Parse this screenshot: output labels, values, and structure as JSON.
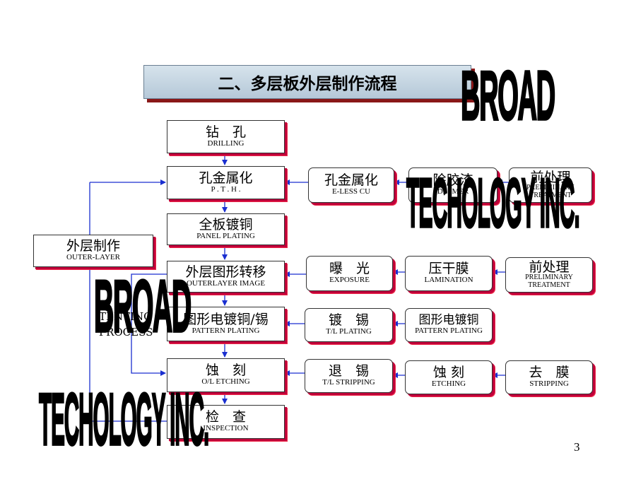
{
  "title": "二、多层板外层制作流程",
  "page_number": "3",
  "watermarks": {
    "top_line1": "BROAD",
    "top_line2": "TECHOLOGY INC.",
    "bottom_line1": "BROAD",
    "bottom_line2": "TECHOLOGY INC."
  },
  "side_label": {
    "line1": "TENTING",
    "line2": "PROCESS"
  },
  "colors": {
    "connector": "#1a2fd0",
    "shadow": "#c0003a",
    "banner_shadow": "#8a1818"
  },
  "main_flow": [
    {
      "zh": "钻　孔",
      "en": "DRILLING"
    },
    {
      "zh": "孔金属化",
      "en": "P . T . H ."
    },
    {
      "zh": "全板镀铜",
      "en": "PANEL PLATING"
    },
    {
      "zh": "外层图形转移",
      "en": "OUTERLAYER IMAGE"
    },
    {
      "zh": "图形电镀铜/锡",
      "en": "PATTERN PLATING"
    },
    {
      "zh": "蚀　刻",
      "en": "O/L ETCHING"
    },
    {
      "zh": "检　查",
      "en": "INSPECTION"
    }
  ],
  "outer_layer": {
    "zh": "外层制作",
    "en": "OUTER-LAYER"
  },
  "pth_branch": [
    {
      "zh": "孔金属化",
      "en": "E-LESS CU"
    },
    {
      "zh": "除胶渣",
      "en": "DESMER"
    },
    {
      "zh": "前处理",
      "en": "PRELIMINARY TREATMENT"
    }
  ],
  "image_branch": [
    {
      "zh": "曝　光",
      "en": "EXPOSURE"
    },
    {
      "zh": "压干膜",
      "en": "LAMINATION"
    },
    {
      "zh": "前处理",
      "en": "PRELIMINARY TREATMENT"
    }
  ],
  "plating_branch": [
    {
      "zh": "镀　锡",
      "en": "T/L PLATING"
    },
    {
      "zh": "图形电镀铜",
      "en": "PATTERN  PLATING"
    }
  ],
  "etch_branch": [
    {
      "zh": "退　锡",
      "en": "T/L STRIPPING"
    },
    {
      "zh": "蚀 刻",
      "en": "ETCHING"
    },
    {
      "zh": "去　膜",
      "en": "STRIPPING"
    }
  ]
}
